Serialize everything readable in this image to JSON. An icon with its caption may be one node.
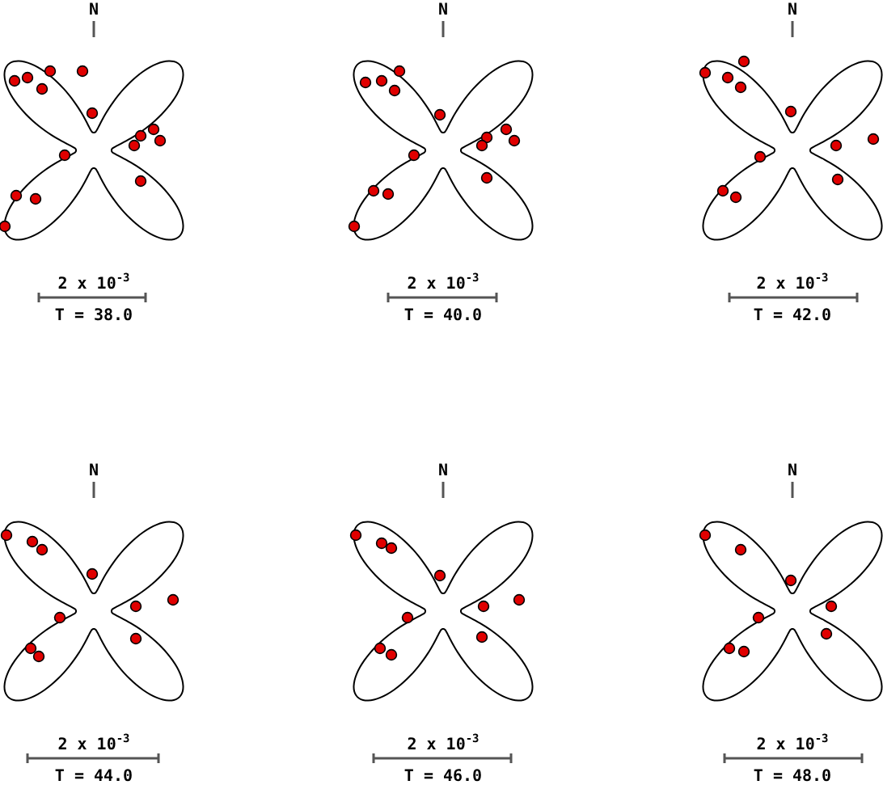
{
  "diagram": {
    "labels": [
      "N",
      "2 x 10$^{-3}$",
      "T = 38.0",
      "N",
      "2 x 10$^{-3}$",
      "T = 40.0",
      "N",
      "2 x 10$^{-3}$",
      "T = 42.0",
      "N",
      "2 x 10$^{-3}$",
      "T = 44.0",
      "N",
      "2 x 10$^{-3}$",
      "T = 46.0",
      "N",
      "2 x 10$^{-3}$",
      "T = 48.0"
    ]
  }
}
